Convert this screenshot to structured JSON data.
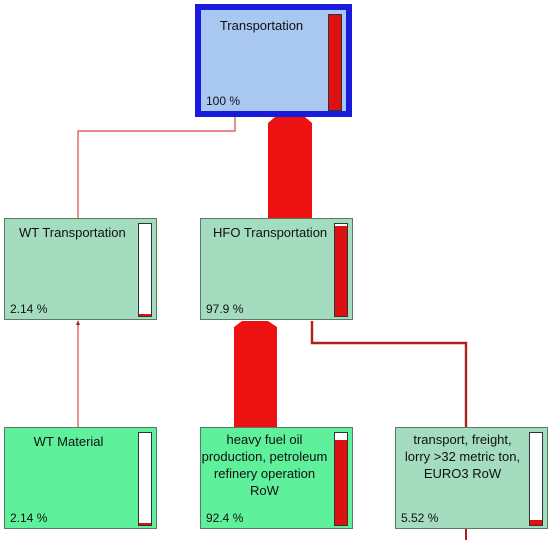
{
  "diagram": {
    "nodes": [
      {
        "id": "transportation",
        "label": "Transportation",
        "percent_label": "100 %",
        "share": 1.0
      },
      {
        "id": "wt-transportation",
        "label": "WT Transportation",
        "percent_label": "2.14 %",
        "share": 0.0214
      },
      {
        "id": "hfo-transportation",
        "label": "HFO Transportation",
        "percent_label": "97.9 %",
        "share": 0.979
      },
      {
        "id": "wt-material",
        "label": "WT Material",
        "percent_label": "2.14 %",
        "share": 0.0214
      },
      {
        "id": "heavy-fuel-oil",
        "label": "heavy fuel oil production, petroleum refinery operation RoW",
        "percent_label": "92.4 %",
        "share": 0.924
      },
      {
        "id": "transport-freight",
        "label": "transport, freight, lorry >32 metric ton, EURO3 RoW",
        "percent_label": "5.52 %",
        "share": 0.0552
      }
    ],
    "flow_color": "#ee1111",
    "node_colors": {
      "root_fill": "#a8c8f2",
      "root_border": "#1a1adc",
      "intermediate_fill": "#a4dcc0",
      "leaf_fill": "#5ef09a",
      "gauge_fill": "#dd1111"
    }
  }
}
